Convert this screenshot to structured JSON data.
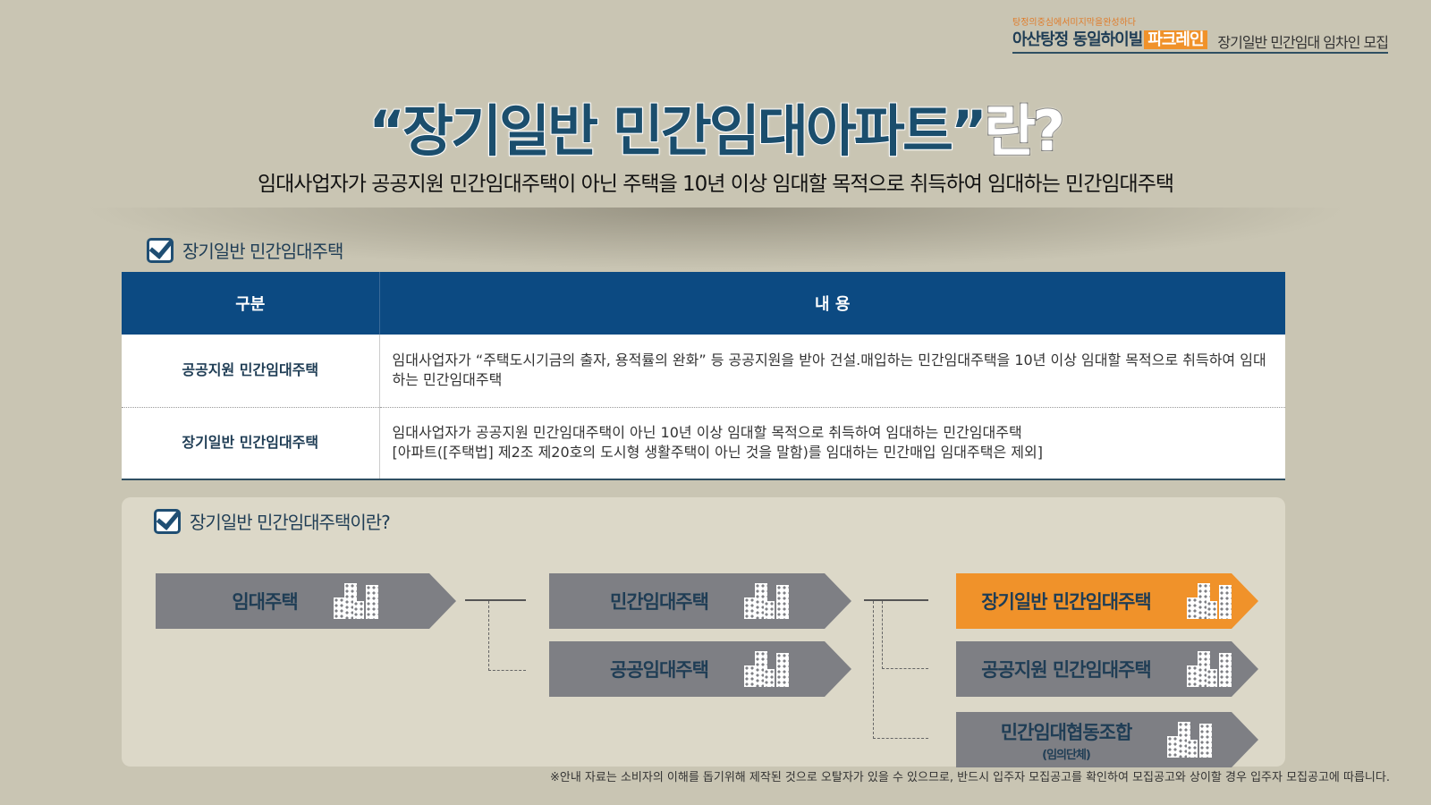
{
  "brand": {
    "slogan": "탕정의중심에서미지막을완성하다",
    "name": "아산탕정 동일하이빌",
    "name_highlight": "파크레인",
    "tagline": "장기일반 민간임대 임차인 모집"
  },
  "title": {
    "main": "“장기일반 민간임대아파트”",
    "suffix": "란?"
  },
  "subtitle": "임대사업자가 공공지원 민간임대주택이 아닌 주택을 10년 이상 임대할 목적으로 취득하여 임대하는 민간임대주택",
  "section1": {
    "heading": "장기일반 민간임대주택",
    "table": {
      "headers": [
        "구분",
        "내 용"
      ],
      "rows": [
        {
          "key": "공공지원 민간임대주택",
          "lines": [
            "임대사업자가 “주택도시기금의 출자, 용적률의 완화” 등 공공지원을 받아 건설.매입하는 민간임대주택을 10년 이상 임대할 목적으로 취득하여 임대하는 민간임대주택"
          ]
        },
        {
          "key": "장기일반 민간임대주택",
          "lines": [
            "임대사업자가 공공지원 민간임대주택이 아닌 10년 이상 임대할 목적으로 취득하여 임대하는 민간임대주택",
            "[아파트([주택법] 제2조 제20호의 도시형 생활주택이 아닌 것을 말함)를 임대하는 민간매입 임대주택은 제외]"
          ]
        }
      ]
    }
  },
  "section2": {
    "heading": "장기일반 민간임대주택이란?",
    "nodes": {
      "rental": "임대주택",
      "private": "민간임대주택",
      "public": "공공임대주택",
      "longterm": "장기일반 민간임대주택",
      "supported": "공공지원 민간임대주택",
      "coop": "민간임대협동조합",
      "coop_note": "(임의단체)"
    },
    "highlight_color": "#f0922a"
  },
  "footer": "※안내 자료는 소비자의 이해를 돕기위해 제작된 것으로 오탈자가 있을 수 있으므로, 반드시 입주자 모집공고를 확인하여 모집공고와 상이할 경우 입주자 모집공고에 따릅니다."
}
